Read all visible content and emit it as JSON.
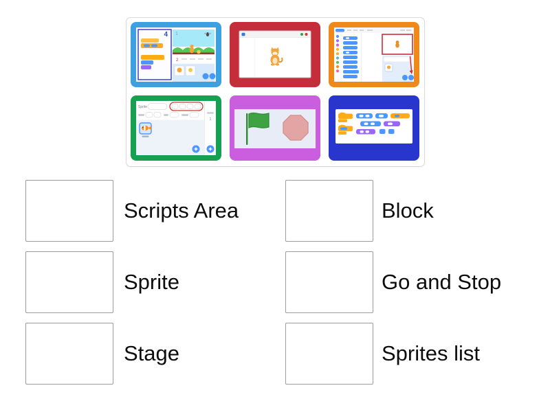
{
  "activity": {
    "type_label": "match-up"
  },
  "answers": {
    "left": [
      {
        "label": "Scripts Area"
      },
      {
        "label": "Sprite"
      },
      {
        "label": "Stage"
      }
    ],
    "right": [
      {
        "label": "Block"
      },
      {
        "label": "Go and Stop"
      },
      {
        "label": "Sprites list"
      }
    ]
  },
  "tiles": [
    {
      "id": "scripts-area-screenshot",
      "alt": "Scratch editor with scripts area highlighted in blue, stage shows cat and bee game",
      "frame_color": "#3da0e0",
      "highlight_color": "#3b3fd0",
      "count_badge": "4",
      "stage_number": "1",
      "x_value": "2"
    },
    {
      "id": "stage-window-screenshot",
      "alt": "White window with Scratch cat in the middle",
      "frame_color": "#c62d3a"
    },
    {
      "id": "editor-stage-screenshot",
      "alt": "Scratch editor with stage outlined in red and arrow to sprite pane",
      "frame_color": "#ef8a1a",
      "highlight_color": "#cf2b35"
    },
    {
      "id": "sprite-panel-screenshot",
      "alt": "Sprite info panel with red oval around direction controls and fish sprite thumbnail",
      "frame_color": "#18a052",
      "highlight_color": "#cf3a3a",
      "sprite_label": "Sprite",
      "stage_label": "Stage",
      "backdrops_count": "1"
    },
    {
      "id": "go-stop-screenshot",
      "alt": "Green flag and red stop octagon",
      "frame_color": "#cb5ddf",
      "flag_color": "#3fa243",
      "stop_color": "#e3a4a4"
    },
    {
      "id": "blocks-screenshot",
      "alt": "Assorted Scratch blocks on white panel",
      "frame_color": "#2936cd"
    }
  ],
  "palette": {
    "scratch_blue": "#4c97ff",
    "scratch_orange": "#ffab19",
    "scratch_purple": "#9966ff",
    "cat_orange": "#f5a33c",
    "box_border": "#9c9c9c"
  }
}
